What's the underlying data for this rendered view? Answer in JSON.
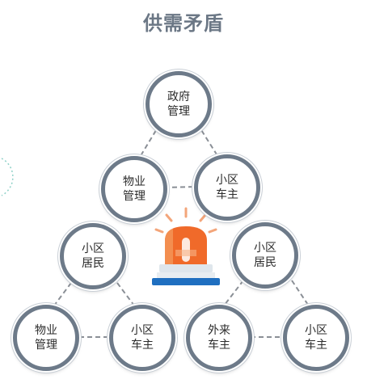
{
  "title": "供需矛盾",
  "nodes": [
    {
      "id": "gov",
      "line1": "政府",
      "line2": "管理"
    },
    {
      "id": "prop1",
      "line1": "物业",
      "line2": "管理"
    },
    {
      "id": "owner1",
      "line1": "小区",
      "line2": "车主"
    },
    {
      "id": "res1",
      "line1": "小区",
      "line2": "居民"
    },
    {
      "id": "res2",
      "line1": "小区",
      "line2": "居民"
    },
    {
      "id": "prop2",
      "line1": "物业",
      "line2": "管理"
    },
    {
      "id": "owner2",
      "line1": "小区",
      "line2": "车主"
    },
    {
      "id": "ext",
      "line1": "外来",
      "line2": "车主"
    },
    {
      "id": "owner3",
      "line1": "小区",
      "line2": "车主"
    }
  ],
  "colors": {
    "ring": "#6d7a89",
    "connector": "#8a8f96",
    "alarm_body": "#f06a2a",
    "alarm_base": "#1f6fc0",
    "title": "#6b7785"
  },
  "icons": {
    "center": "alarm-siren-icon"
  }
}
